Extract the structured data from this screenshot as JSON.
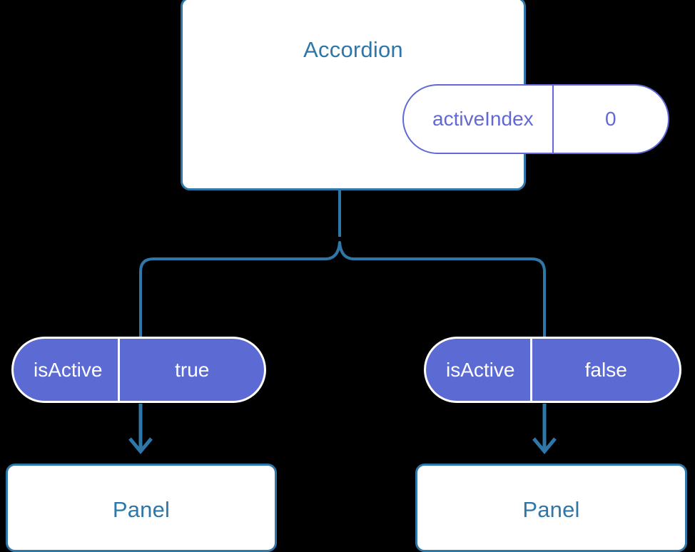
{
  "diagram": {
    "type": "component-tree",
    "background_color": "#000000",
    "accent_color": "#2E77A8",
    "state_fill_color": "#5C6AD4",
    "prop_outline_color": "#6269D6",
    "card_background": "#ffffff"
  },
  "root": {
    "title": "Accordion",
    "prop": {
      "key": "activeIndex",
      "value": "0"
    }
  },
  "branches": [
    {
      "state": {
        "key": "isActive",
        "value": "true"
      },
      "child": {
        "title": "Panel"
      }
    },
    {
      "state": {
        "key": "isActive",
        "value": "false"
      },
      "child": {
        "title": "Panel"
      }
    }
  ]
}
